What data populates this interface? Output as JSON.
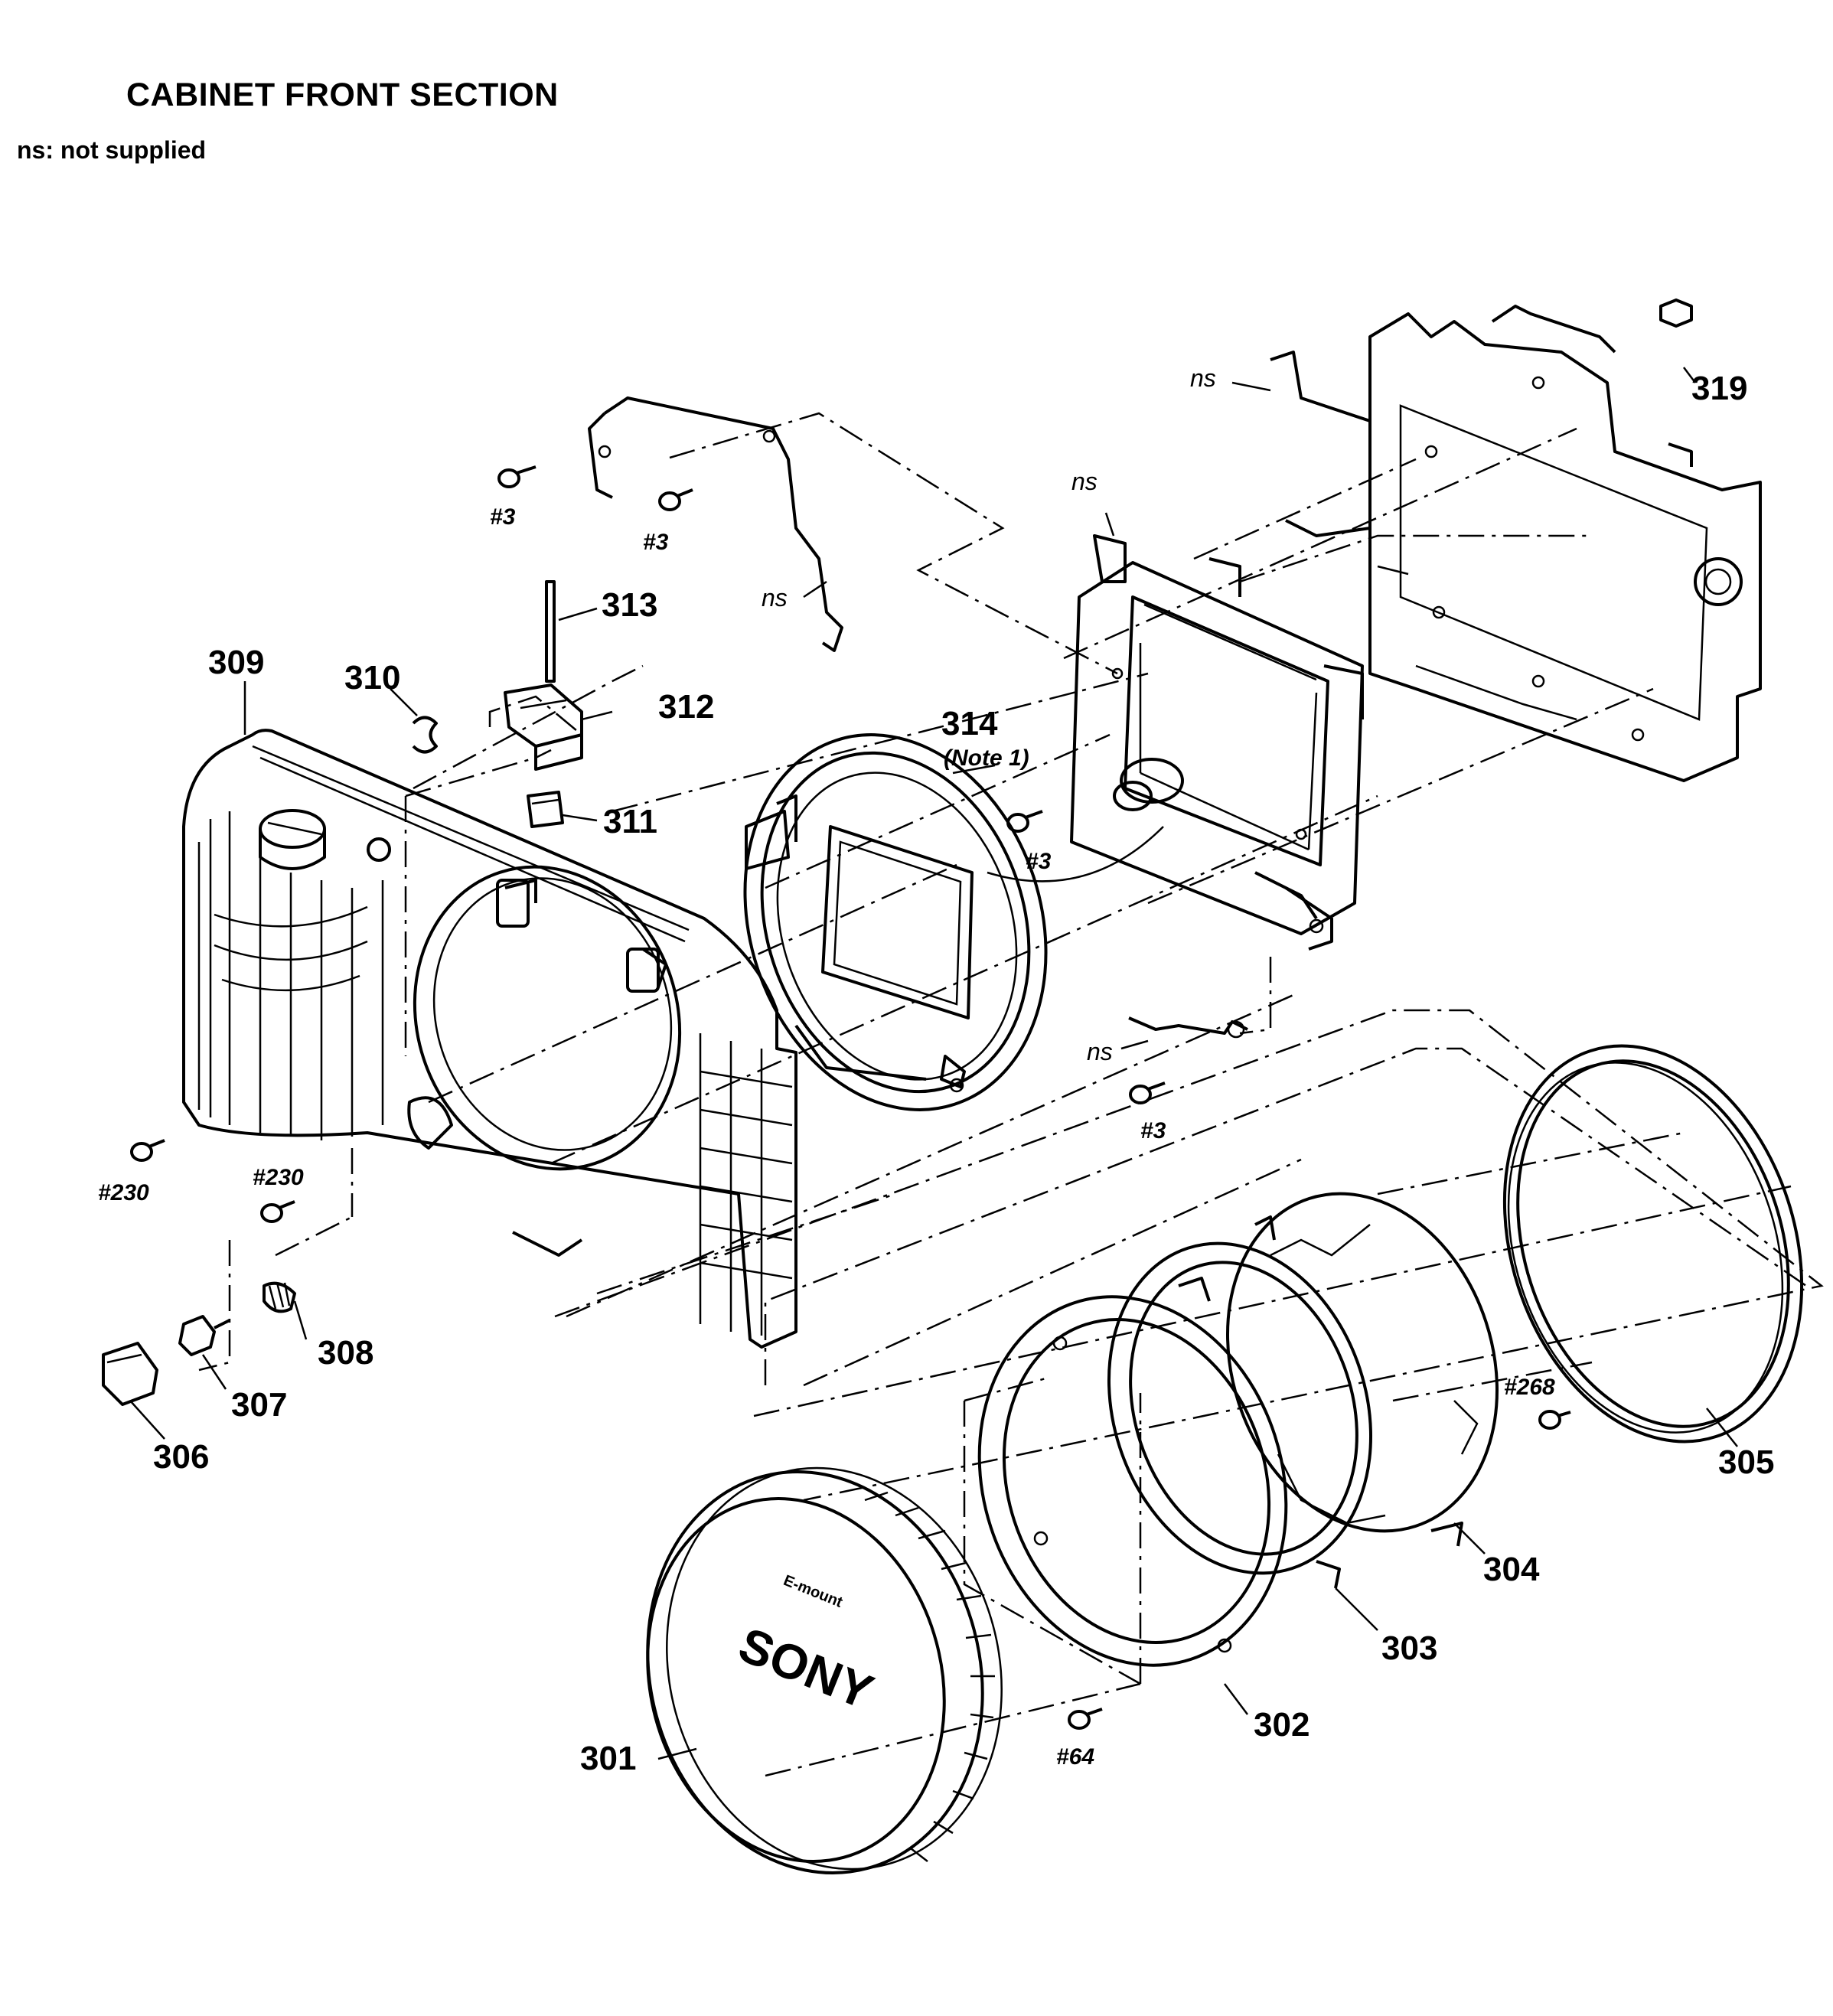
{
  "header": {
    "title": "CABINET FRONT SECTION",
    "legend": "ns: not supplied"
  },
  "labels": {
    "part_301": "301",
    "part_302": "302",
    "part_303": "303",
    "part_304": "304",
    "part_305": "305",
    "part_306": "306",
    "part_307": "307",
    "part_308": "308",
    "part_309": "309",
    "part_310": "310",
    "part_311": "311",
    "part_312": "312",
    "part_313": "313",
    "part_314": "314",
    "part_319": "319",
    "note_314": "(Note 1)",
    "screw_3": "#3",
    "screw_230": "#230",
    "screw_268": "#268",
    "screw_64": "#64",
    "not_supplied": "ns",
    "brand": "SONY",
    "cap_mark": "E-mount"
  }
}
